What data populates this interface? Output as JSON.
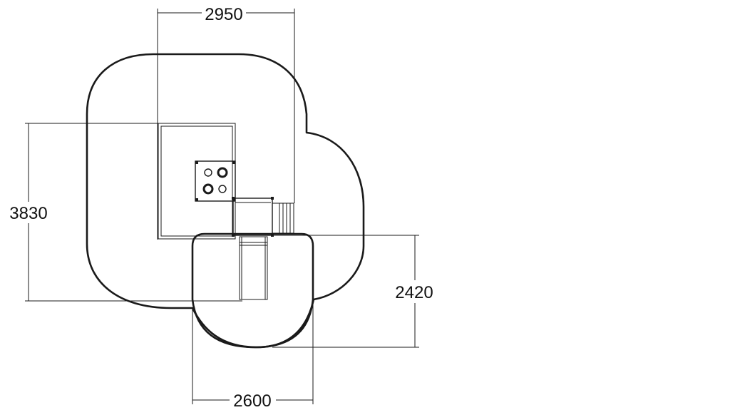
{
  "dimensions": {
    "top_width": "2950",
    "left_height": "3830",
    "right_height": "2420",
    "bottom_width": "2600"
  },
  "colors": {
    "line": "#1a1a1a",
    "background": "#ffffff"
  }
}
